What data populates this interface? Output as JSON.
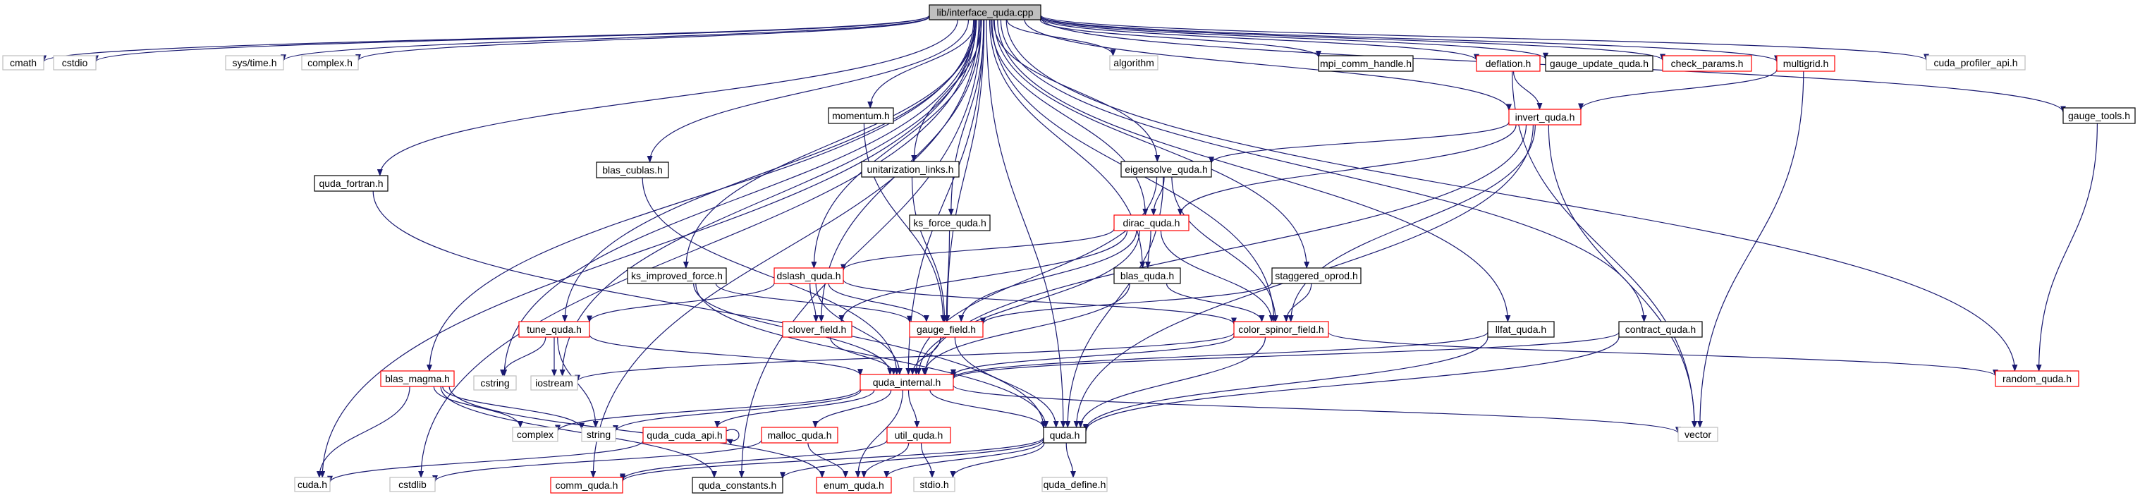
{
  "graph": {
    "root": "lib/interface_quda.cpp",
    "colors": {
      "edge": "#191970",
      "box_default": "#000000",
      "box_external": "#bfbfbf",
      "box_incomplete": "#ff0000",
      "box_root_fill": "#bfbfbf",
      "text_default": "#000000",
      "text_external": "#000000"
    },
    "nodes": [
      {
        "id": "root",
        "label": "lib/interface_quda.cpp",
        "style": "root"
      },
      {
        "id": "cmath",
        "label": "cmath",
        "style": "external"
      },
      {
        "id": "cstdio",
        "label": "cstdio",
        "style": "external"
      },
      {
        "id": "systime",
        "label": "sys/time.h",
        "style": "external"
      },
      {
        "id": "complexh",
        "label": "complex.h",
        "style": "external"
      },
      {
        "id": "quda_fortran",
        "label": "quda_fortran.h",
        "style": "normal"
      },
      {
        "id": "blas_magma",
        "label": "blas_magma.h",
        "style": "incomplete"
      },
      {
        "id": "cstring",
        "label": "cstring",
        "style": "external"
      },
      {
        "id": "iostream",
        "label": "iostream",
        "style": "external"
      },
      {
        "id": "tune_quda",
        "label": "tune_quda.h",
        "style": "incomplete"
      },
      {
        "id": "blas_cublas",
        "label": "blas_cublas.h",
        "style": "normal"
      },
      {
        "id": "ks_improved_force",
        "label": "ks_improved_force.h",
        "style": "normal"
      },
      {
        "id": "dslash_quda",
        "label": "dslash_quda.h",
        "style": "incomplete"
      },
      {
        "id": "clover_field",
        "label": "clover_field.h",
        "style": "incomplete"
      },
      {
        "id": "momentum",
        "label": "momentum.h",
        "style": "normal"
      },
      {
        "id": "unitarization",
        "label": "unitarization_links.h",
        "style": "normal"
      },
      {
        "id": "ks_force",
        "label": "ks_force_quda.h",
        "style": "normal"
      },
      {
        "id": "gauge_field",
        "label": "gauge_field.h",
        "style": "incomplete"
      },
      {
        "id": "algorithm",
        "label": "algorithm",
        "style": "external"
      },
      {
        "id": "eigensolve",
        "label": "eigensolve_quda.h",
        "style": "normal"
      },
      {
        "id": "dirac_quda",
        "label": "dirac_quda.h",
        "style": "incomplete"
      },
      {
        "id": "blas_quda",
        "label": "blas_quda.h",
        "style": "normal"
      },
      {
        "id": "mpi_comm",
        "label": "mpi_comm_handle.h",
        "style": "normal"
      },
      {
        "id": "staggered",
        "label": "staggered_oprod.h",
        "style": "normal"
      },
      {
        "id": "color_spinor",
        "label": "color_spinor_field.h",
        "style": "incomplete"
      },
      {
        "id": "deflation",
        "label": "deflation.h",
        "style": "incomplete"
      },
      {
        "id": "invert_quda",
        "label": "invert_quda.h",
        "style": "incomplete"
      },
      {
        "id": "gauge_update",
        "label": "gauge_update_quda.h",
        "style": "normal"
      },
      {
        "id": "llfat",
        "label": "llfat_quda.h",
        "style": "normal"
      },
      {
        "id": "check_params",
        "label": "check_params.h",
        "style": "incomplete"
      },
      {
        "id": "multigrid",
        "label": "multigrid.h",
        "style": "incomplete"
      },
      {
        "id": "contract",
        "label": "contract_quda.h",
        "style": "normal"
      },
      {
        "id": "cuda_profiler",
        "label": "cuda_profiler_api.h",
        "style": "external"
      },
      {
        "id": "gauge_tools",
        "label": "gauge_tools.h",
        "style": "normal"
      },
      {
        "id": "random_quda",
        "label": "random_quda.h",
        "style": "incomplete"
      },
      {
        "id": "quda_internal",
        "label": "quda_internal.h",
        "style": "incomplete"
      },
      {
        "id": "complex",
        "label": "complex",
        "style": "external"
      },
      {
        "id": "string",
        "label": "string",
        "style": "external"
      },
      {
        "id": "quda_cuda_api",
        "label": "quda_cuda_api.h",
        "style": "incomplete"
      },
      {
        "id": "malloc_quda",
        "label": "malloc_quda.h",
        "style": "incomplete"
      },
      {
        "id": "util_quda",
        "label": "util_quda.h",
        "style": "incomplete"
      },
      {
        "id": "quda_h",
        "label": "quda.h",
        "style": "normal"
      },
      {
        "id": "vector",
        "label": "vector",
        "style": "external"
      },
      {
        "id": "cuda_h",
        "label": "cuda.h",
        "style": "external"
      },
      {
        "id": "cstdlib",
        "label": "cstdlib",
        "style": "external"
      },
      {
        "id": "comm_quda",
        "label": "comm_quda.h",
        "style": "incomplete"
      },
      {
        "id": "quda_constants",
        "label": "quda_constants.h",
        "style": "normal"
      },
      {
        "id": "enum_quda",
        "label": "enum_quda.h",
        "style": "incomplete"
      },
      {
        "id": "stdio",
        "label": "stdio.h",
        "style": "external"
      },
      {
        "id": "quda_define",
        "label": "quda_define.h",
        "style": "external"
      }
    ],
    "edges": [
      [
        "root",
        "cmath"
      ],
      [
        "root",
        "cstdio"
      ],
      [
        "root",
        "systime"
      ],
      [
        "root",
        "complexh"
      ],
      [
        "root",
        "quda_fortran"
      ],
      [
        "root",
        "blas_magma"
      ],
      [
        "root",
        "cstring"
      ],
      [
        "root",
        "iostream"
      ],
      [
        "root",
        "tune_quda"
      ],
      [
        "root",
        "blas_cublas"
      ],
      [
        "root",
        "ks_improved_force"
      ],
      [
        "root",
        "dslash_quda"
      ],
      [
        "root",
        "clover_field"
      ],
      [
        "root",
        "momentum"
      ],
      [
        "root",
        "unitarization"
      ],
      [
        "root",
        "ks_force"
      ],
      [
        "root",
        "gauge_field"
      ],
      [
        "root",
        "algorithm"
      ],
      [
        "root",
        "eigensolve"
      ],
      [
        "root",
        "dirac_quda"
      ],
      [
        "root",
        "blas_quda"
      ],
      [
        "root",
        "mpi_comm"
      ],
      [
        "root",
        "staggered"
      ],
      [
        "root",
        "color_spinor"
      ],
      [
        "root",
        "deflation"
      ],
      [
        "root",
        "invert_quda"
      ],
      [
        "root",
        "gauge_update"
      ],
      [
        "root",
        "llfat"
      ],
      [
        "root",
        "check_params"
      ],
      [
        "root",
        "multigrid"
      ],
      [
        "root",
        "contract"
      ],
      [
        "root",
        "cuda_profiler"
      ],
      [
        "root",
        "gauge_tools"
      ],
      [
        "root",
        "random_quda"
      ],
      [
        "root",
        "quda_internal"
      ],
      [
        "root",
        "quda_h"
      ],
      [
        "root",
        "cuda_h"
      ],
      [
        "root",
        "cstdlib"
      ],
      [
        "root",
        "comm_quda"
      ],
      [
        "root",
        "quda_constants"
      ],
      [
        "quda_fortran",
        "quda_h"
      ],
      [
        "blas_magma",
        "complex"
      ],
      [
        "blas_magma",
        "string"
      ],
      [
        "blas_magma",
        "cuda_h"
      ],
      [
        "blas_magma",
        "enum_quda"
      ],
      [
        "blas_magma",
        "quda_constants"
      ],
      [
        "tune_quda",
        "cstring"
      ],
      [
        "tune_quda",
        "iostream"
      ],
      [
        "tune_quda",
        "string"
      ],
      [
        "tune_quda",
        "quda_internal"
      ],
      [
        "blas_cublas",
        "quda_internal"
      ],
      [
        "ks_improved_force",
        "gauge_field"
      ],
      [
        "ks_improved_force",
        "quda_internal"
      ],
      [
        "ks_improved_force",
        "quda_h"
      ],
      [
        "dslash_quda",
        "tune_quda"
      ],
      [
        "dslash_quda",
        "clover_field"
      ],
      [
        "dslash_quda",
        "gauge_field"
      ],
      [
        "dslash_quda",
        "quda_internal"
      ],
      [
        "dslash_quda",
        "color_spinor"
      ],
      [
        "clover_field",
        "quda_internal"
      ],
      [
        "momentum",
        "gauge_field"
      ],
      [
        "unitarization",
        "gauge_field"
      ],
      [
        "ks_force",
        "gauge_field"
      ],
      [
        "gauge_field",
        "quda_internal"
      ],
      [
        "gauge_field",
        "quda_h"
      ],
      [
        "eigensolve",
        "dirac_quda"
      ],
      [
        "eigensolve",
        "color_spinor"
      ],
      [
        "eigensolve",
        "quda_internal"
      ],
      [
        "eigensolve",
        "quda_h"
      ],
      [
        "dirac_quda",
        "dslash_quda"
      ],
      [
        "dirac_quda",
        "clover_field"
      ],
      [
        "dirac_quda",
        "gauge_field"
      ],
      [
        "dirac_quda",
        "blas_quda"
      ],
      [
        "dirac_quda",
        "color_spinor"
      ],
      [
        "dirac_quda",
        "quda_internal"
      ],
      [
        "blas_quda",
        "quda_internal"
      ],
      [
        "blas_quda",
        "color_spinor"
      ],
      [
        "staggered",
        "gauge_field"
      ],
      [
        "staggered",
        "color_spinor"
      ],
      [
        "color_spinor",
        "quda_internal"
      ],
      [
        "color_spinor",
        "quda_h"
      ],
      [
        "color_spinor",
        "iostream"
      ],
      [
        "color_spinor",
        "random_quda"
      ],
      [
        "deflation",
        "invert_quda"
      ],
      [
        "deflation",
        "vector"
      ],
      [
        "invert_quda",
        "eigensolve"
      ],
      [
        "invert_quda",
        "dirac_quda"
      ],
      [
        "invert_quda",
        "color_spinor"
      ],
      [
        "invert_quda",
        "quda_internal"
      ],
      [
        "invert_quda",
        "quda_h"
      ],
      [
        "invert_quda",
        "vector"
      ],
      [
        "llfat",
        "quda_internal"
      ],
      [
        "llfat",
        "quda_h"
      ],
      [
        "multigrid",
        "invert_quda"
      ],
      [
        "multigrid",
        "vector"
      ],
      [
        "contract",
        "quda_internal"
      ],
      [
        "contract",
        "quda_h"
      ],
      [
        "gauge_tools",
        "random_quda"
      ],
      [
        "quda_internal",
        "complex"
      ],
      [
        "quda_internal",
        "string"
      ],
      [
        "quda_internal",
        "quda_cuda_api"
      ],
      [
        "quda_internal",
        "malloc_quda"
      ],
      [
        "quda_internal",
        "util_quda"
      ],
      [
        "quda_internal",
        "quda_h"
      ],
      [
        "quda_internal",
        "vector"
      ],
      [
        "quda_internal",
        "enum_quda"
      ],
      [
        "quda_cuda_api",
        "quda_cuda_api"
      ],
      [
        "quda_cuda_api",
        "cuda_h"
      ],
      [
        "malloc_quda",
        "cstdlib"
      ],
      [
        "malloc_quda",
        "enum_quda"
      ],
      [
        "util_quda",
        "comm_quda"
      ],
      [
        "util_quda",
        "enum_quda"
      ],
      [
        "util_quda",
        "stdio"
      ],
      [
        "quda_h",
        "enum_quda"
      ],
      [
        "quda_h",
        "quda_constants"
      ],
      [
        "quda_h",
        "stdio"
      ],
      [
        "quda_h",
        "quda_define"
      ],
      [
        "quda_h",
        "comm_quda"
      ]
    ]
  }
}
